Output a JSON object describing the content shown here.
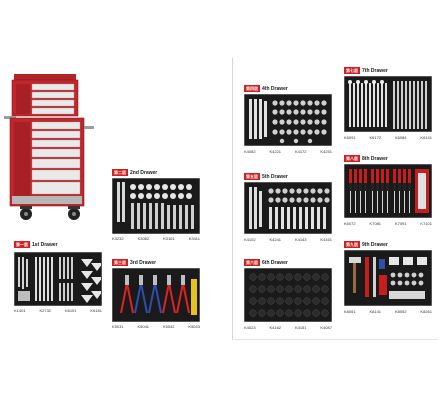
{
  "left": {
    "drawer1": {
      "label": "1st Drawer",
      "badge": "第一层",
      "codes": [
        "K1401",
        "K2732",
        "K6101",
        "K6181"
      ]
    },
    "drawer2": {
      "label": "2nd Drawer",
      "badge": "第二层",
      "codes": [
        "K3232",
        "K3082",
        "K3161",
        "K3411"
      ]
    },
    "drawer3": {
      "label": "3rd Drawer",
      "badge": "第三层",
      "codes": [
        "K5031",
        "K5041",
        "K5042",
        "K5043"
      ]
    }
  },
  "right": {
    "drawer4": {
      "label": "4th Drawer",
      "badge": "第四层",
      "codes": [
        "K4082",
        "K4221",
        "K4172",
        "K4251"
      ]
    },
    "drawer5": {
      "label": "5th Drawer",
      "badge": "第五层",
      "codes": [
        "K4102",
        "K4241",
        "K4143",
        "K4161"
      ]
    },
    "drawer6": {
      "label": "6th Drawer",
      "badge": "第六层",
      "codes": [
        "K4023",
        "K4162",
        "K4151",
        "K4087"
      ]
    },
    "drawer7": {
      "label": "7th Drawer",
      "badge": "第七层",
      "codes": [
        "K6091",
        "K6172",
        "K6084",
        "K6141"
      ]
    },
    "drawer8": {
      "label": "8th Drawer",
      "badge": "第八层",
      "codes": [
        "K6072",
        "K7081",
        "K7091",
        "K7101"
      ]
    },
    "drawer9": {
      "label": "9th Drawer",
      "badge": "第九层",
      "codes": [
        "K8051",
        "K8141",
        "K8052",
        "K8261"
      ]
    }
  },
  "colors": {
    "chest_red": "#c0262b",
    "foam": "#1a1a1a",
    "badge_red": "#d21f1f"
  }
}
